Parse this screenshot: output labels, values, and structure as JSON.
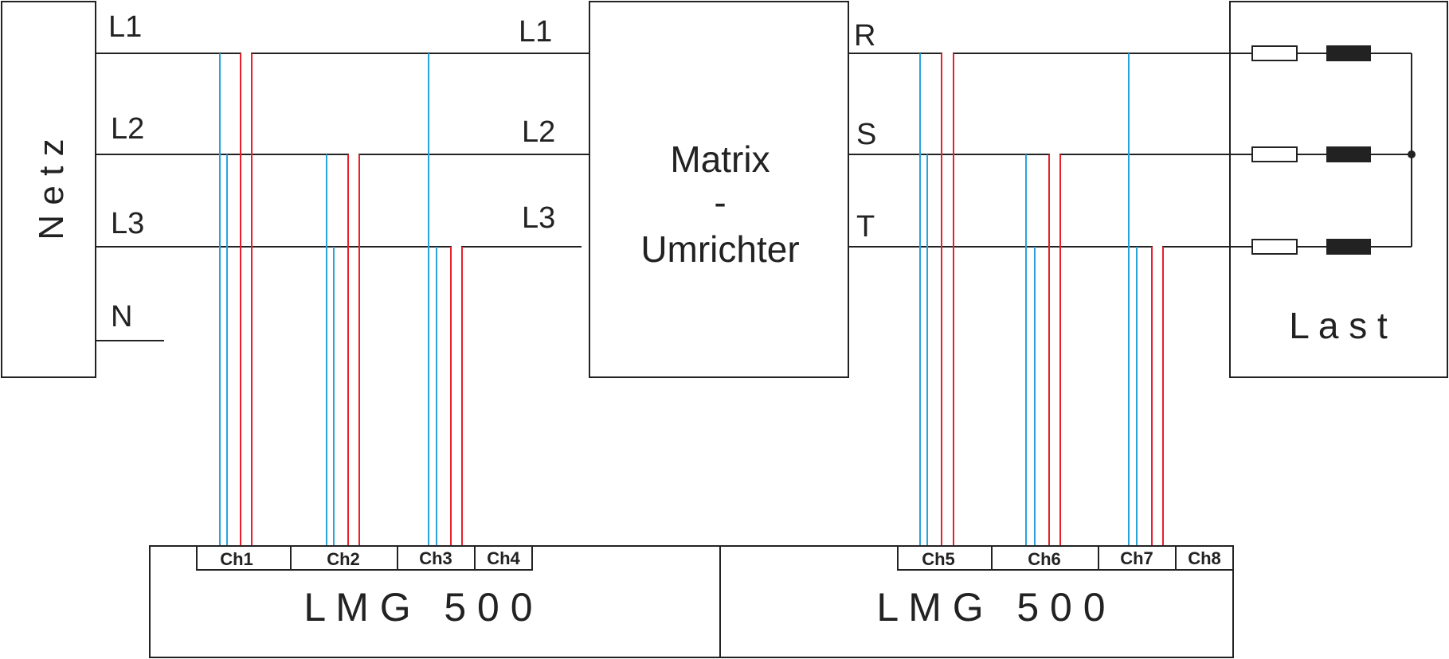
{
  "netz": {
    "label": "N e t z"
  },
  "grid_lines": {
    "l1": "L1",
    "l2": "L2",
    "l3": "L3",
    "n": "N"
  },
  "converter_inputs": {
    "l1": "L1",
    "l2": "L2",
    "l3": "L3"
  },
  "converter": {
    "line1": "Matrix",
    "line2": "-",
    "line3": "Umrichter"
  },
  "converter_outputs": {
    "r": "R",
    "s": "S",
    "t": "T"
  },
  "last": {
    "label": "L a s t"
  },
  "meter_left": {
    "label": "L M G   5 0 0",
    "channels": [
      "Ch1",
      "Ch2",
      "Ch3",
      "Ch4"
    ]
  },
  "meter_right": {
    "label": "L M G   5 0 0",
    "channels": [
      "Ch5",
      "Ch6",
      "Ch7",
      "Ch8"
    ]
  },
  "colors": {
    "voltage": "#29a3dc",
    "current": "#e8202a",
    "line": "#222222"
  }
}
